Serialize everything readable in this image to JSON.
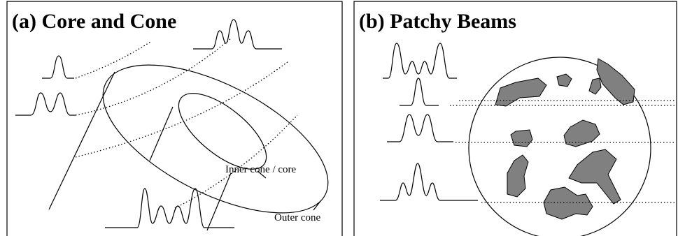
{
  "panel_a": {
    "title": "(a) Core and Cone",
    "label_inner": "Inner cone / core",
    "label_outer": "Outer cone"
  },
  "panel_b": {
    "title": "(b) Patchy Beams"
  },
  "colors": {
    "line": "#000000",
    "patch_fill": "#808080",
    "background": "#ffffff"
  }
}
